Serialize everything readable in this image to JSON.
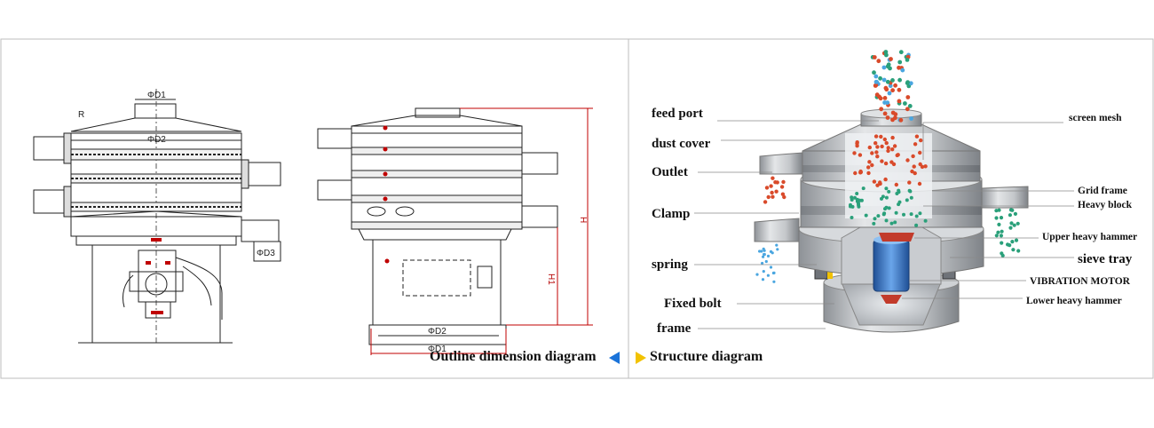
{
  "captions": {
    "outline": "Outline dimension diagram",
    "structure": "Structure diagram"
  },
  "dimensions": {
    "d1": "ΦD1",
    "d2": "ΦD2",
    "d3": "ΦD3",
    "r": "R",
    "h": "H",
    "h1": "H1",
    "side_d2": "ΦD2",
    "side_d1": "ΦD1"
  },
  "labels_left": {
    "feed_port": "feed port",
    "dust_cover": "dust cover",
    "outlet": "Outlet",
    "clamp": "Clamp",
    "spring": "spring",
    "fixed_bolt": "Fixed bolt",
    "frame": "frame"
  },
  "labels_right": {
    "screen_mesh": "screen mesh",
    "grid_frame": "Grid frame",
    "heavy_block": "Heavy block",
    "upper_hammer": "Upper heavy hammer",
    "sieve_tray": "sieve tray",
    "vibration_motor": "VIBRATION MOTOR",
    "lower_hammer": "Lower heavy hammer"
  },
  "colors": {
    "red_dim": "#c00000",
    "blue_arrow": "#1a73d9",
    "yellow_arrow": "#f2c200",
    "particle_red": "#d94a2a",
    "particle_green": "#2aa07a",
    "particle_blue": "#4aa6e0",
    "metal": "#b9bcc0",
    "motor": "#3d7fd1"
  }
}
